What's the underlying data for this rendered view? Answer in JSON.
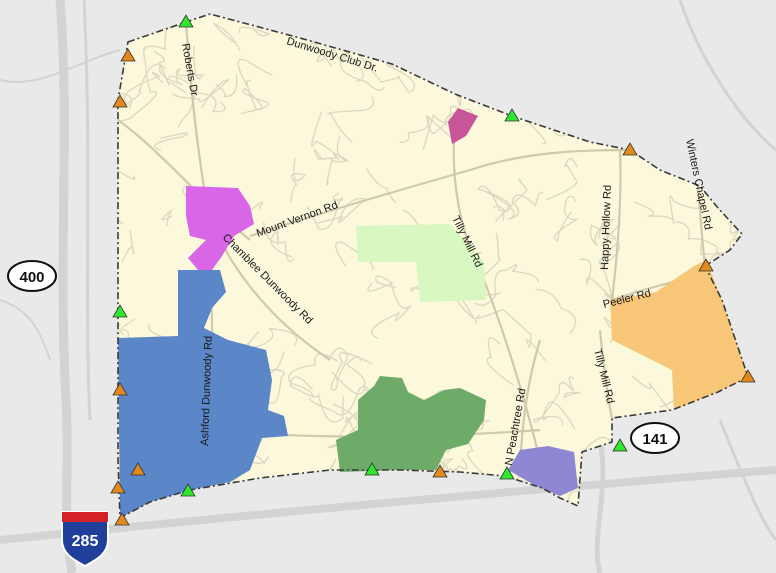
{
  "colors": {
    "background": "#e9e9e9",
    "city_fill": "#fbf8dc",
    "boundary": "#3a3a3a",
    "street": "#dcd7bf",
    "outside_road": "#d3d3d3",
    "zone_magenta": "#c8559a",
    "zone_violet": "#d966e6",
    "zone_blue": "#5b86c7",
    "zone_light_green": "#d9f7c0",
    "zone_green": "#6eaa68",
    "zone_purple": "#8f86d4",
    "zone_orange": "#f7c777",
    "marker_green": "#2ee82e",
    "marker_orange": "#e28a1c"
  },
  "roads": [
    {
      "id": "dunwoody-club-dr",
      "label": "Dunwoody Club Dr."
    },
    {
      "id": "roberts-dr",
      "label": "Roberts Dr"
    },
    {
      "id": "mount-vernon-rd",
      "label": "Mount Vernon Rd"
    },
    {
      "id": "chamblee-dunwoody-rd",
      "label": "Chamblee Dunwoody Rd"
    },
    {
      "id": "tilly-mill-rd-north",
      "label": "Tilly Mill Rd"
    },
    {
      "id": "happy-hollow-rd",
      "label": "Happy Hollow Rd"
    },
    {
      "id": "winters-chapel-rd",
      "label": "Winters Chapel Rd"
    },
    {
      "id": "peeler-rd",
      "label": "Peeler Rd"
    },
    {
      "id": "ashford-dunwoody-rd",
      "label": "Ashford Dunwoody Rd"
    },
    {
      "id": "n-peachtree-rd",
      "label": "N Peachtree Rd"
    },
    {
      "id": "tilly-mill-rd-south",
      "label": "Tilly Mill Rd"
    }
  ],
  "shields": {
    "sr400": "400",
    "sr141": "141",
    "i285": "285"
  },
  "markers": [
    {
      "type": "green",
      "name": "gateway-marker-north"
    },
    {
      "type": "orange",
      "name": "gateway-marker-west-1"
    },
    {
      "type": "orange",
      "name": "gateway-marker-west-2"
    },
    {
      "type": "green",
      "name": "gateway-marker-dunwoody-club"
    },
    {
      "type": "orange",
      "name": "gateway-marker-happy-hollow"
    },
    {
      "type": "orange",
      "name": "gateway-marker-winters-chapel"
    },
    {
      "type": "orange",
      "name": "gateway-marker-east"
    },
    {
      "type": "green",
      "name": "gateway-marker-west-3"
    },
    {
      "type": "orange",
      "name": "gateway-marker-west-4"
    },
    {
      "type": "green",
      "name": "gateway-marker-tilly-mill-south"
    },
    {
      "type": "orange",
      "name": "gateway-marker-southwest-1"
    },
    {
      "type": "orange",
      "name": "gateway-marker-southwest-2"
    },
    {
      "type": "orange",
      "name": "gateway-marker-southwest-3"
    },
    {
      "type": "green",
      "name": "gateway-marker-south-1"
    },
    {
      "type": "green",
      "name": "gateway-marker-south-2"
    },
    {
      "type": "orange",
      "name": "gateway-marker-south-3"
    },
    {
      "type": "green",
      "name": "gateway-marker-n-peachtree"
    }
  ]
}
